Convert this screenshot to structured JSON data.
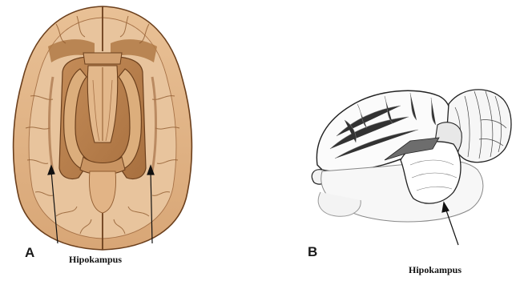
{
  "panels": [
    {
      "letter": "A",
      "caption": "Hipokampus"
    },
    {
      "letter": "B",
      "caption": "Hipokampus"
    }
  ],
  "colors": {
    "cortex_light": "#e2b486",
    "cortex_mid": "#cf9a66",
    "cortex_dark": "#8f5a2e",
    "outline": "#6b3f1c",
    "ink": "#1a1a1a"
  }
}
